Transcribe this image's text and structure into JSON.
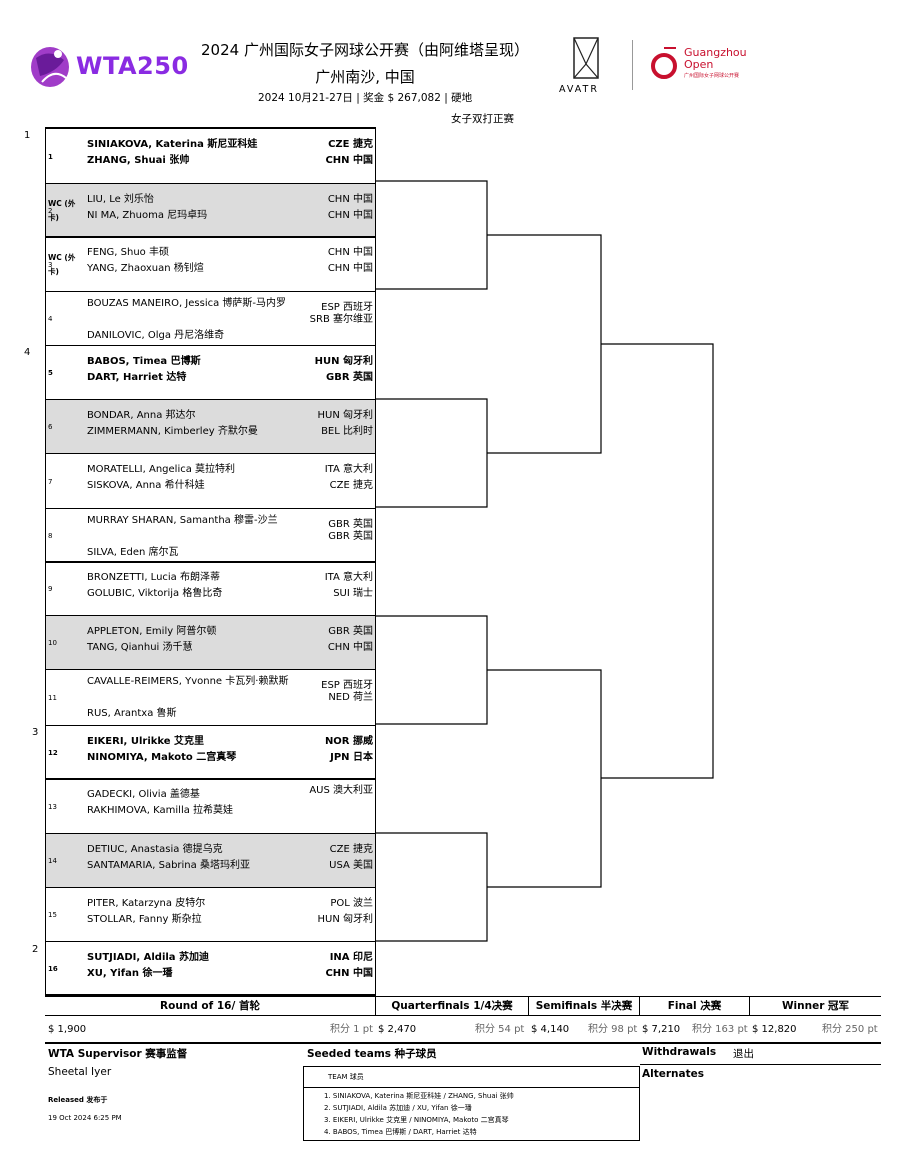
{
  "header": {
    "brand_name": "WTA250",
    "title": "2024 广州国际女子网球公开赛（由阿维塔呈现）",
    "location": "广州南沙, 中国",
    "info": "2024 10月21-27日 | 奖金 $ 267,082 |  硬地",
    "event": "女子双打正赛",
    "sponsor_name": "AVATR",
    "gz_logo_text1": "Guangzhou",
    "gz_logo_text2": "Open",
    "gz_logo_text3": "广州国际女子网球公开赛"
  },
  "seed_markers": [
    "1",
    "4",
    "3",
    "2"
  ],
  "slots": [
    {
      "pos": "1",
      "entry": "",
      "p1": "SINIAKOVA, Katerina 斯尼亚科娃",
      "p2": "ZHANG, Shuai 张帅",
      "c1": "CZE 捷克",
      "c2": "CHN 中国"
    },
    {
      "pos": "2",
      "entry": "WC (外卡)",
      "p1": "LIU, Le 刘乐怡",
      "p2": "NI MA, Zhuoma 尼玛卓玛",
      "c1": "CHN 中国",
      "c2": "CHN 中国"
    },
    {
      "pos": "3",
      "entry": "WC (外卡)",
      "p1": "FENG, Shuo 丰硕",
      "p2": "YANG, Zhaoxuan 杨钊煊",
      "c1": "CHN 中国",
      "c2": "CHN 中国"
    },
    {
      "pos": "4",
      "entry": "",
      "p1": "BOUZAS MANEIRO, Jessica 博萨斯-马内罗",
      "p2": "DANILOVIC, Olga 丹尼洛维奇",
      "c1": "ESP 西班牙",
      "c2": "SRB 塞尔维亚"
    },
    {
      "pos": "5",
      "entry": "",
      "p1": "BABOS, Timea 巴博斯",
      "p2": "DART, Harriet 达特",
      "c1": "HUN 匈牙利",
      "c2": "GBR 英国"
    },
    {
      "pos": "6",
      "entry": "",
      "p1": "BONDAR, Anna 邦达尔",
      "p2": "ZIMMERMANN, Kimberley 齐默尔曼",
      "c1": "HUN 匈牙利",
      "c2": "BEL 比利时"
    },
    {
      "pos": "7",
      "entry": "",
      "p1": "MORATELLI, Angelica 莫拉特利",
      "p2": "SISKOVA, Anna 希什科娃",
      "c1": "ITA 意大利",
      "c2": "CZE 捷克"
    },
    {
      "pos": "8",
      "entry": "",
      "p1": "MURRAY SHARAN, Samantha 穆雷-沙兰",
      "p2": "SILVA, Eden 席尔瓦",
      "c1": "GBR 英国",
      "c2": "GBR 英国"
    },
    {
      "pos": "9",
      "entry": "",
      "p1": "BRONZETTI, Lucia 布朗泽蒂",
      "p2": "GOLUBIC, Viktorija 格鲁比奇",
      "c1": "ITA 意大利",
      "c2": "SUI 瑞士"
    },
    {
      "pos": "10",
      "entry": "",
      "p1": "APPLETON, Emily 阿普尔顿",
      "p2": "TANG, Qianhui 汤千慧",
      "c1": "GBR 英国",
      "c2": "CHN 中国"
    },
    {
      "pos": "11",
      "entry": "",
      "p1": "CAVALLE-REIMERS, Yvonne 卡瓦列·赖默斯",
      "p2": "RUS, Arantxa 鲁斯",
      "c1": "ESP 西班牙",
      "c2": "NED 荷兰"
    },
    {
      "pos": "12",
      "entry": "",
      "p1": "EIKERI, Ulrikke 艾克里",
      "p2": "NINOMIYA, Makoto 二宫真琴",
      "c1": "NOR 挪威",
      "c2": "JPN 日本"
    },
    {
      "pos": "13",
      "entry": "",
      "p1": "GADECKI, Olivia 盖德基",
      "p2": "RAKHIMOVA, Kamilla 拉希莫娃",
      "c1": "AUS 澳大利亚",
      "c2": ""
    },
    {
      "pos": "14",
      "entry": "",
      "p1": "DETIUC, Anastasia 德提乌克",
      "p2": "SANTAMARIA, Sabrina 桑塔玛利亚",
      "c1": "CZE 捷克",
      "c2": "USA 美国"
    },
    {
      "pos": "15",
      "entry": "",
      "p1": "PITER, Katarzyna 皮特尔",
      "p2": "STOLLAR, Fanny 斯杂拉",
      "c1": "POL 波兰",
      "c2": "HUN 匈牙利"
    },
    {
      "pos": "16",
      "entry": "",
      "p1": "SUTJIADI, Aldila 苏加迪",
      "p2": "XU, Yifan 徐一璠",
      "c1": "INA 印尼",
      "c2": "CHN 中国"
    }
  ],
  "rounds": {
    "r16": "Round of 16/ 首轮",
    "qf": "Quarterfinals 1/4决赛",
    "sf": "Semifinals 半决赛",
    "f": "Final 决赛",
    "w": "Winner 冠军"
  },
  "prize": {
    "r16_money": "$ 1,900",
    "r16_pts": "积分 1 pt",
    "qf_money": "$ 2,470",
    "qf_pts": "积分 54 pt",
    "sf_money": "$ 4,140",
    "sf_pts": "积分 98 pt",
    "f_money": "$ 7,210",
    "f_pts": "积分 163 pt",
    "w_money": "$ 12,820",
    "w_pts": "积分 250 pt"
  },
  "footer": {
    "supervisor_label": "WTA Supervisor 赛事监督",
    "supervisor_name": "Sheetal Iyer",
    "released_label": "Released 发布于",
    "released_time": "19 Oct 2024    6:25 PM",
    "seeded_label": "Seeded teams 种子球员",
    "team_header": "TEAM 球员",
    "seeds": [
      "1. SINIAKOVA, Katerina 斯尼亚科娃 / ZHANG, Shuai 张帅",
      "2. SUTJIADI, Aldila 苏加迪 / XU, Yifan 徐一璠",
      "3. EIKERI, Ulrikke 艾克里 / NINOMIYA, Makoto 二宫真琴",
      "4. BABOS, Timea 巴博斯 / DART, Harriet 达特"
    ],
    "withdrawals_label": "Withdrawals",
    "withdrawals_cn": "退出",
    "alternates_label": "Alternates"
  },
  "colors": {
    "wta_purple": "#8a2be2",
    "gz_red": "#c8102e",
    "shade": "#dcdcdc"
  }
}
